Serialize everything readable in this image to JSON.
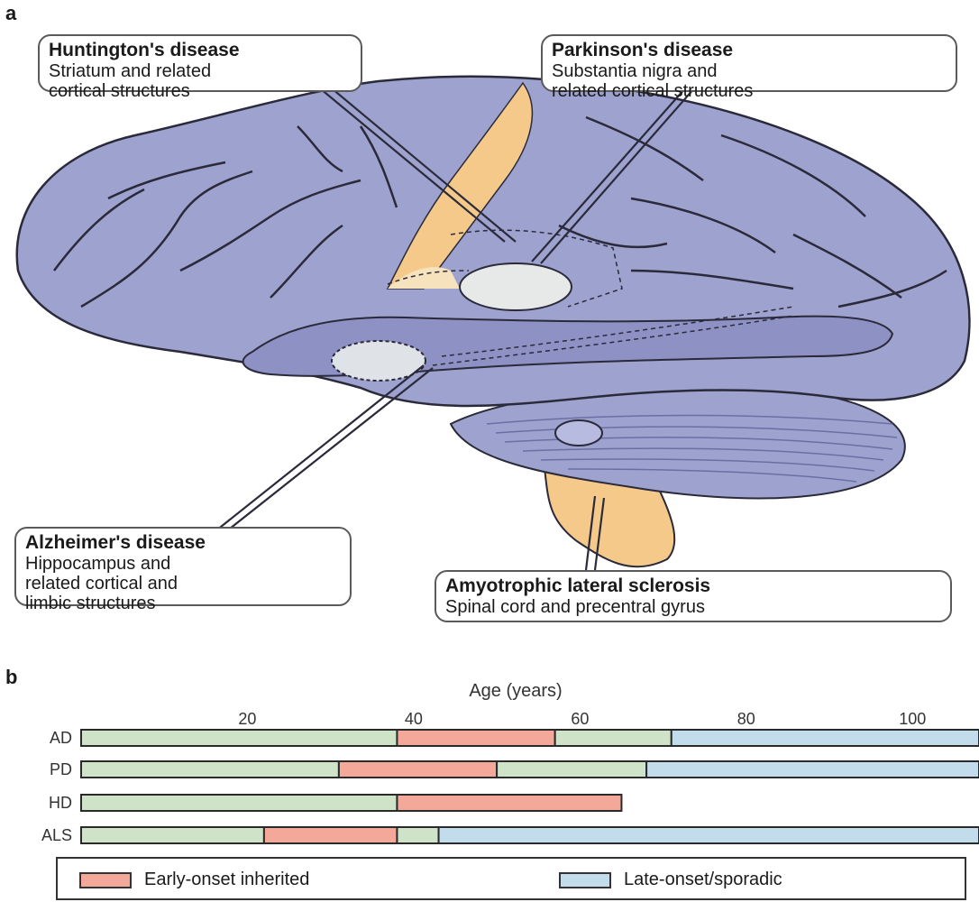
{
  "panel_a": {
    "label": "a",
    "callouts": {
      "huntington": {
        "title": "Huntington's disease",
        "desc": [
          "Striatum and related",
          "cortical structures"
        ]
      },
      "parkinson": {
        "title": "Parkinson's disease",
        "desc": [
          "Substantia nigra and",
          "related cortical structures"
        ]
      },
      "alzheimer": {
        "title": "Alzheimer's disease",
        "desc": [
          "Hippocampus and",
          "related cortical and",
          "limbic structures"
        ]
      },
      "als": {
        "title": "Amyotrophic lateral sclerosis",
        "desc": [
          "Spinal cord and precentral gyrus"
        ]
      }
    },
    "colors": {
      "brain": "#9ea2cf",
      "brain_dark": "#7e82b8",
      "highlight": "#f4c98a",
      "outline": "#2a2a3a"
    }
  },
  "panel_b": {
    "label": "b",
    "axis_title": "Age (years)",
    "ticks": [
      "20",
      "40",
      "60",
      "80",
      "100"
    ],
    "legend": {
      "early": "Early-onset inherited",
      "late": "Late-onset/sporadic"
    },
    "colors": {
      "green": "#cfe3c9",
      "early": "#f4a89a",
      "late": "#c3dcec"
    }
  },
  "chart_data": {
    "type": "bar",
    "xlabel": "Age (years)",
    "xlim": [
      0,
      108
    ],
    "categories": [
      "AD",
      "PD",
      "HD",
      "ALS"
    ],
    "segments": [
      {
        "category": "AD",
        "green": [
          0,
          38
        ],
        "early": [
          38,
          57
        ],
        "green2": [
          57,
          71
        ],
        "late": [
          71,
          108
        ]
      },
      {
        "category": "PD",
        "green": [
          0,
          31
        ],
        "early": [
          31,
          50
        ],
        "green2": [
          50,
          68
        ],
        "late": [
          68,
          108
        ]
      },
      {
        "category": "HD",
        "green": [
          0,
          38
        ],
        "early": [
          38,
          65
        ]
      },
      {
        "category": "ALS",
        "green": [
          0,
          22
        ],
        "early": [
          22,
          38
        ],
        "green2": [
          38,
          43
        ],
        "late": [
          43,
          108
        ]
      }
    ]
  }
}
